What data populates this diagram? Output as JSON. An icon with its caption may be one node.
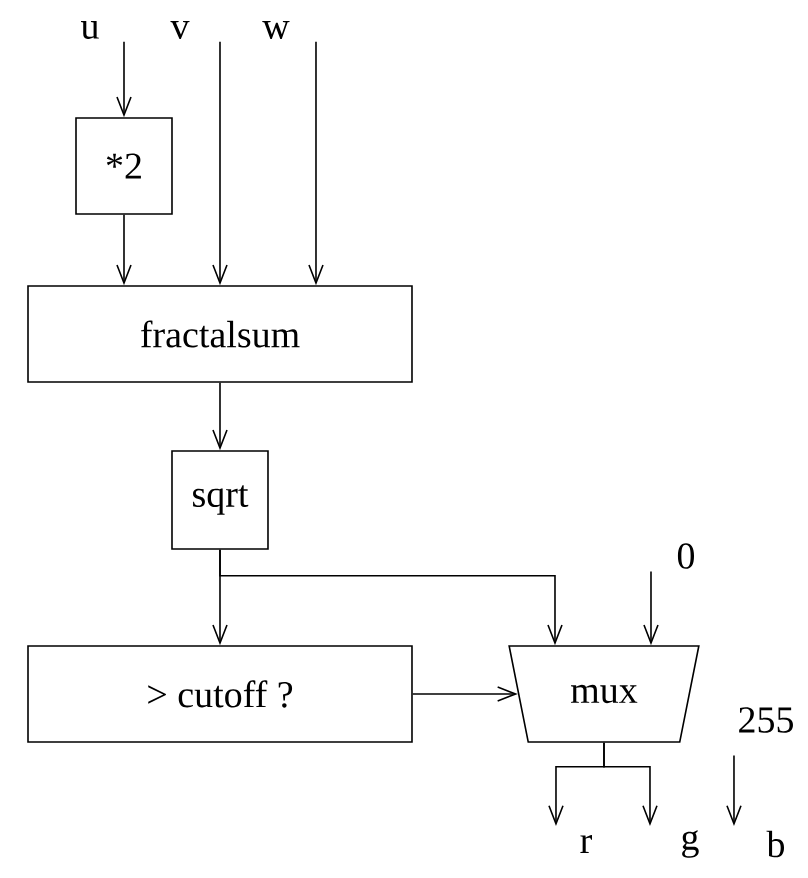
{
  "diagram": {
    "nodes": [
      {
        "text": [
          "u"
        ]
      },
      {
        "text": [
          "v"
        ]
      },
      {
        "text": [
          "w"
        ]
      },
      {
        "text": [
          "*2"
        ]
      },
      {
        "text": [
          "fractalsum"
        ]
      },
      {
        "text": [
          "sqrt"
        ]
      },
      {
        "text": [
          "> cutoff ?"
        ]
      },
      {
        "text": [
          "0"
        ]
      },
      {
        "text": [
          "mux"
        ]
      },
      {
        "text": [
          "255"
        ]
      },
      {
        "text": [
          "r"
        ]
      },
      {
        "text": [
          "g"
        ]
      },
      {
        "text": [
          "b"
        ]
      }
    ],
    "edges": [
      {
        "from": 0,
        "to": 3,
        "arrow": "to"
      },
      {
        "from": 3,
        "to": 4,
        "arrow": "to"
      },
      {
        "from": 1,
        "to": 4,
        "arrow": "to"
      },
      {
        "from": 2,
        "to": 4,
        "arrow": "to"
      },
      {
        "from": 4,
        "to": 5,
        "arrow": "to"
      },
      {
        "from": 5,
        "to": 6,
        "arrow": "to"
      },
      {
        "from": 5,
        "to": 8,
        "arrow": "to"
      },
      {
        "from": 6,
        "to": 8,
        "arrow": "to"
      },
      {
        "from": 7,
        "to": 8,
        "arrow": "to"
      },
      {
        "from": 8,
        "to": 10,
        "arrow": "to"
      },
      {
        "from": 8,
        "to": 11,
        "arrow": "to"
      },
      {
        "from": 9,
        "to": 12,
        "arrow": "to"
      }
    ]
  }
}
